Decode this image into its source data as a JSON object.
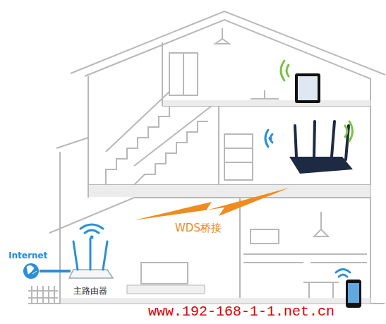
{
  "diagram": {
    "labels": [
      "Internet",
      "主路由器",
      "WDS桥接",
      "www.192-168-1-1.net.cn"
    ]
  }
}
